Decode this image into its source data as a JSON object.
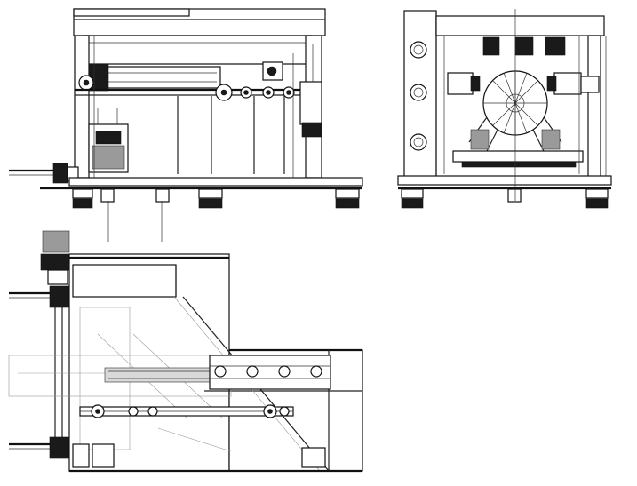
{
  "drawing": {
    "views": [
      {
        "id": "front-elevation"
      },
      {
        "id": "side-elevation"
      },
      {
        "id": "plan-view"
      }
    ]
  }
}
